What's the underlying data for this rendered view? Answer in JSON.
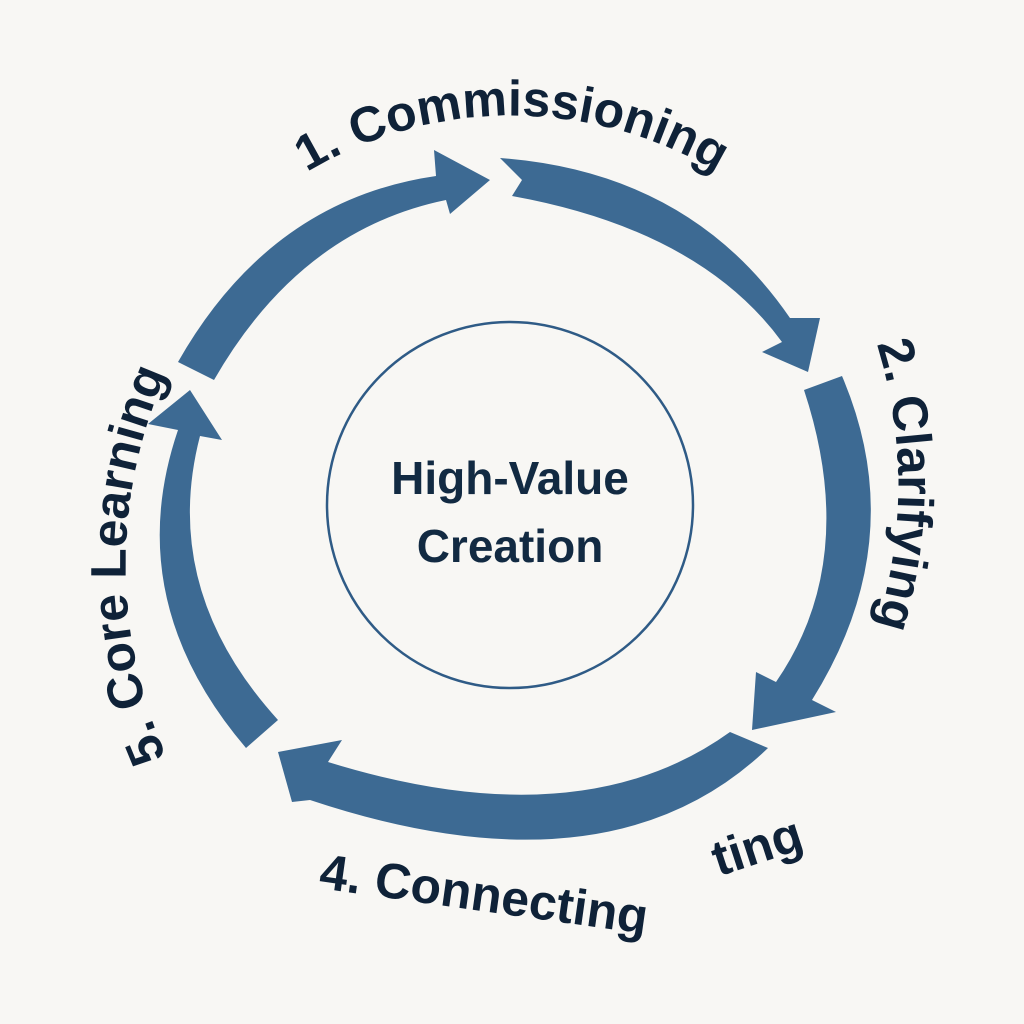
{
  "center": {
    "line1": "High-Value",
    "line2": "Creation"
  },
  "stages": {
    "commissioning": "1. Commissioning",
    "clarifying": "2. Clarifying",
    "fragment": "ting",
    "connecting": "4. Connecting",
    "core_learning": "5. Core Learning"
  },
  "colors": {
    "arrow": "#3d6a93",
    "text": "#0f2238",
    "background": "#f8f7f4"
  }
}
